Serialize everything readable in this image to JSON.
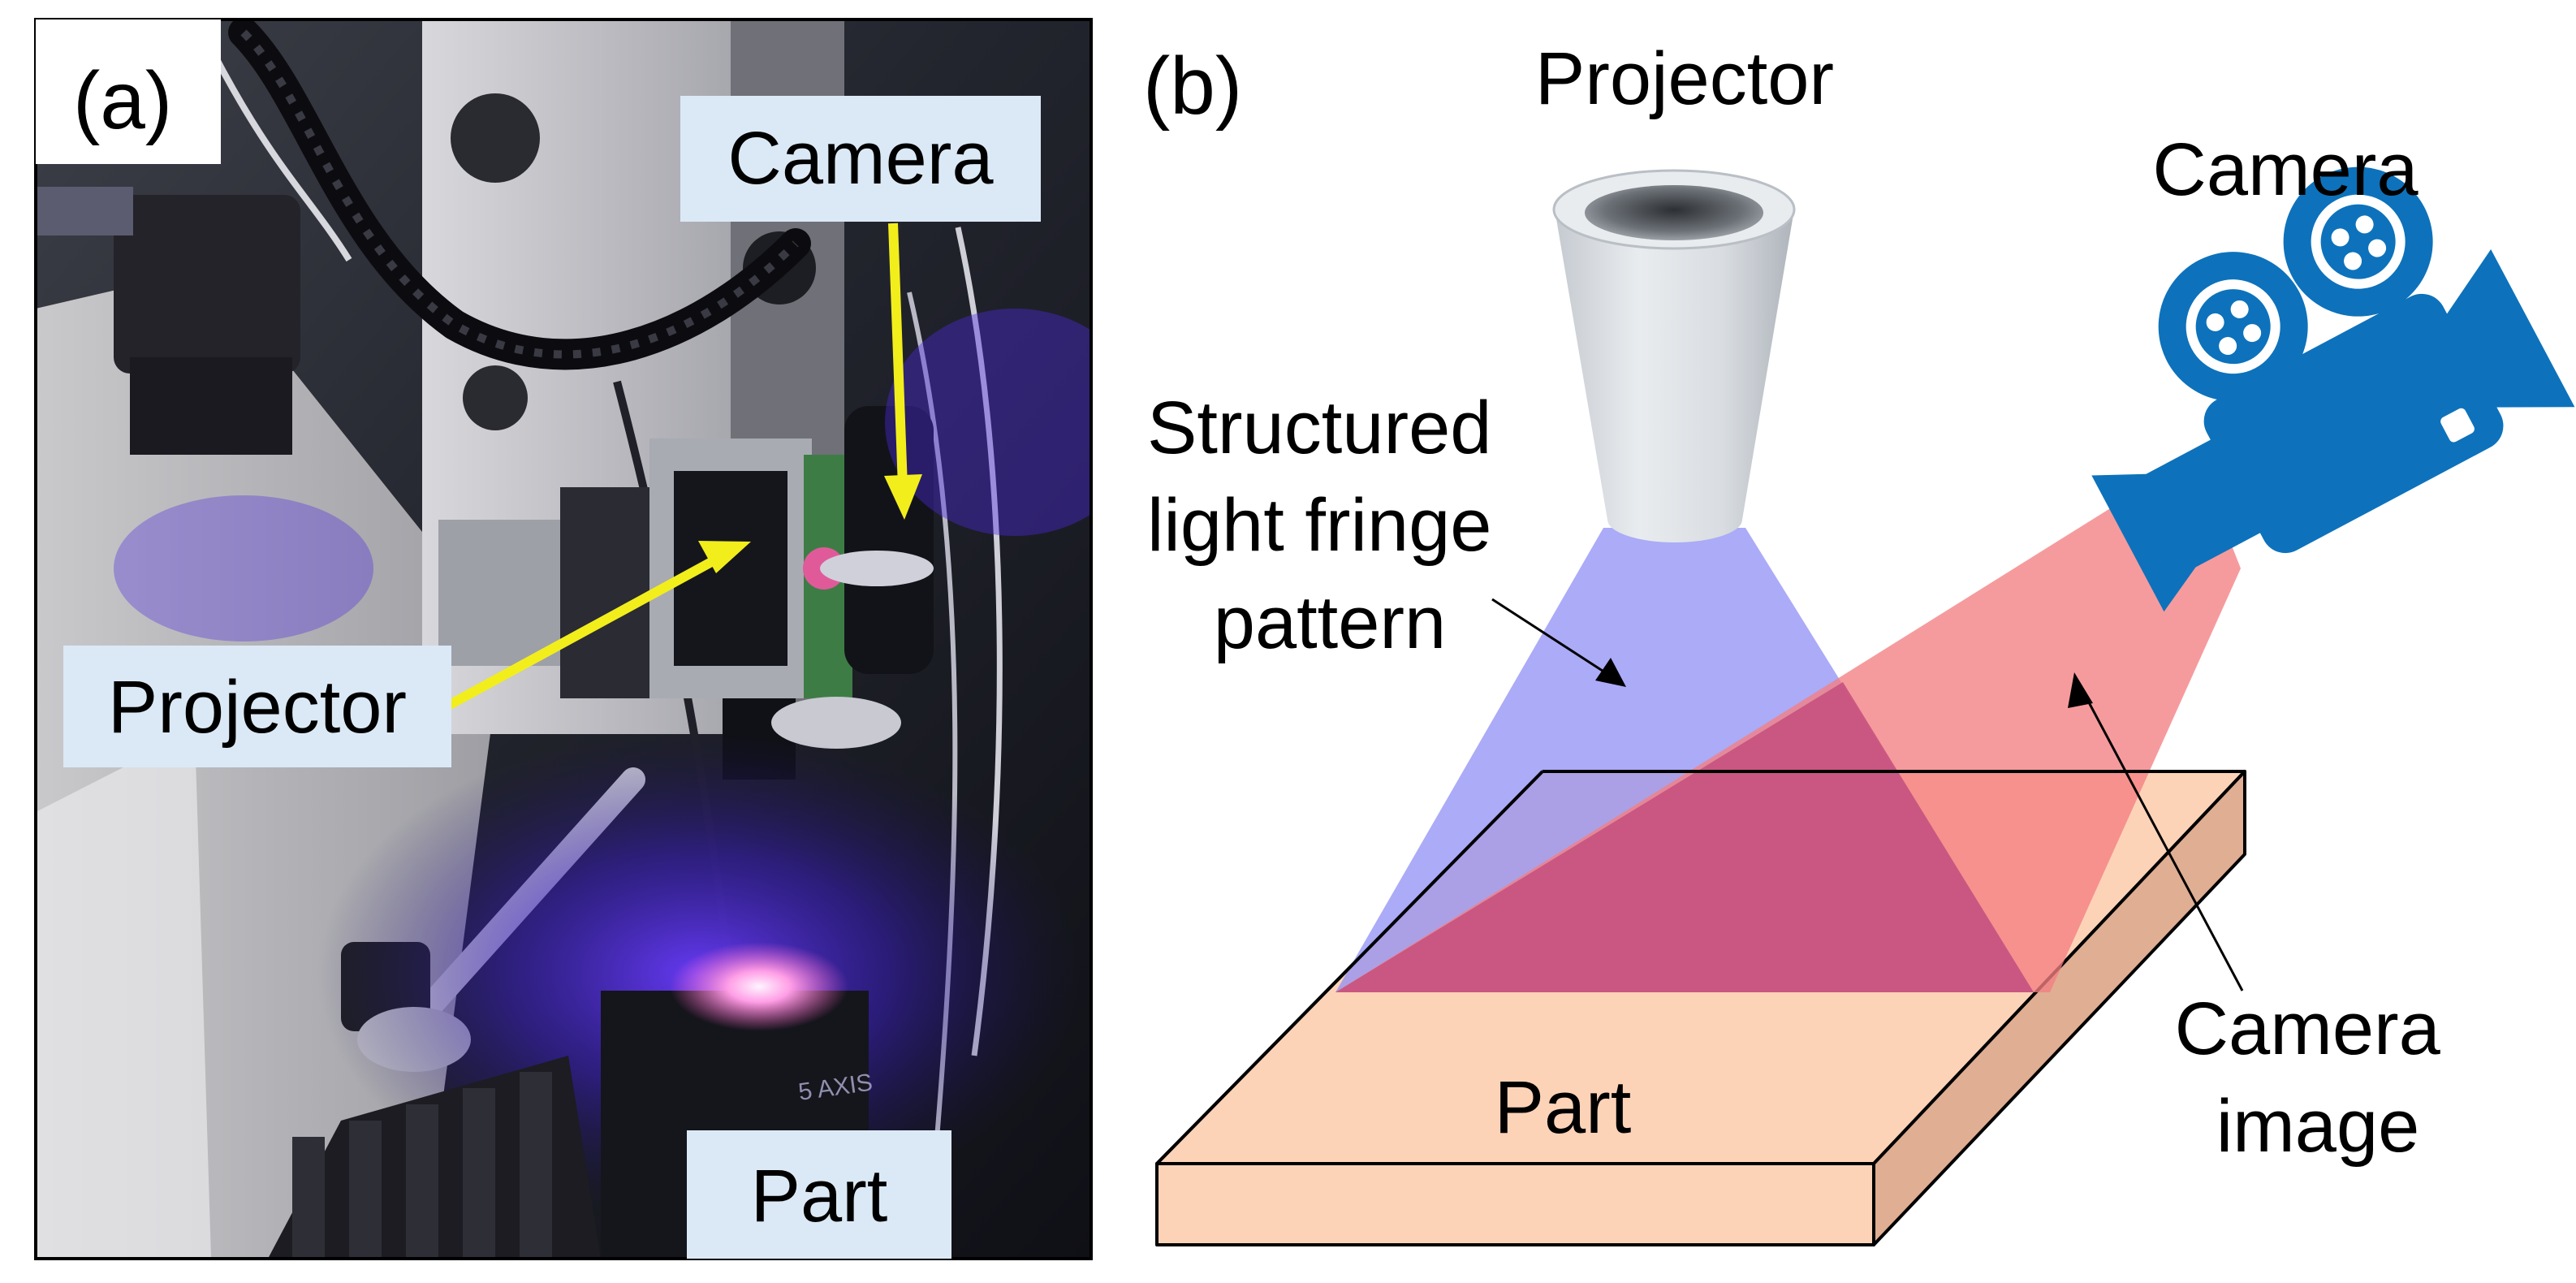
{
  "panel_a": {
    "label": "(a)",
    "callouts": {
      "camera": "Camera",
      "projector": "Projector",
      "part": "Part"
    },
    "stage_engraving": "5 AXIS"
  },
  "panel_b": {
    "label": "(b)",
    "projector_label": "Projector",
    "camera_label": "Camera",
    "fringe_label": [
      "Structured",
      "light fringe",
      "pattern"
    ],
    "camera_image_label": [
      "Camera",
      "image"
    ],
    "part_label": "Part"
  },
  "colors": {
    "callout_box": "#dbe9f6",
    "arrow_yellow": "#f2ee1c",
    "projection_blue": "#8f8ff5",
    "projection_red": "#f47f82",
    "overlap": "#c44f7e",
    "part_top": "#fdd3b8",
    "part_side": "#dfae93",
    "camera_icon": "#0d72bb",
    "projector_body": "#dfe3e7"
  },
  "icons": [
    "movie-camera-icon",
    "projector-lens-icon"
  ]
}
